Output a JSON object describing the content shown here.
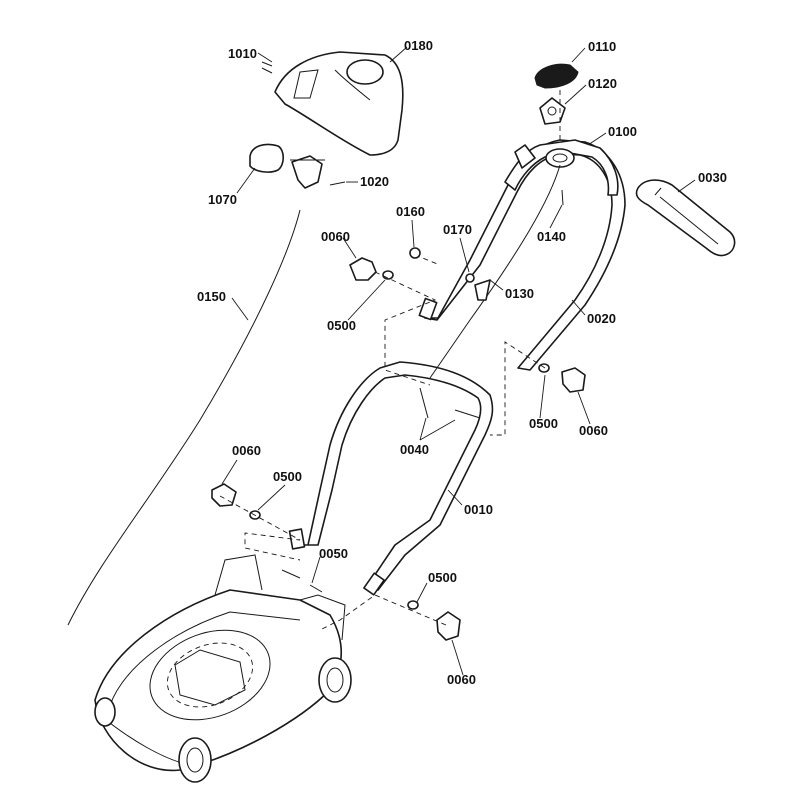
{
  "callouts": {
    "c1010": "1010",
    "c0180": "0180",
    "c0110": "0110",
    "c0120": "0120",
    "c0100": "0100",
    "c0030": "0030",
    "c1020": "1020",
    "c1070": "1070",
    "c0160": "0160",
    "c0170": "0170",
    "c0140": "0140",
    "c0060_a": "0060",
    "c0130": "0130",
    "c0150": "0150",
    "c0500_a": "0500",
    "c0020": "0020",
    "c0500_b": "0500",
    "c0060_b": "0060",
    "c0040": "0040",
    "c0060_c": "0060",
    "c0500_c": "0500",
    "c0010": "0010",
    "c0050": "0050",
    "c0500_d": "0500",
    "c0060_d": "0060"
  }
}
